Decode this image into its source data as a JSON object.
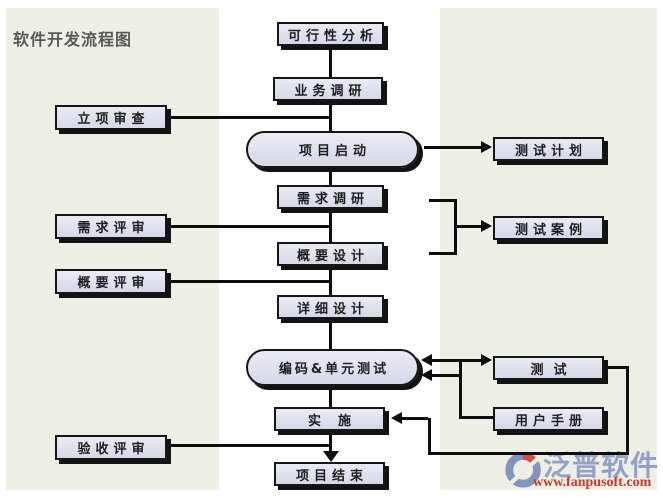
{
  "page": {
    "title": "软件开发流程图"
  },
  "diagram": {
    "type": "flowchart",
    "nodes": {
      "feasibility": {
        "label": "可行性分析",
        "shape": "rect",
        "column": "center"
      },
      "business_research": {
        "label": "业务调研",
        "shape": "rect",
        "column": "center"
      },
      "project_start": {
        "label": "项目启动",
        "shape": "stadium",
        "column": "center"
      },
      "requirement_research": {
        "label": "需求调研",
        "shape": "rect",
        "column": "center"
      },
      "outline_design": {
        "label": "概要设计",
        "shape": "rect",
        "column": "center"
      },
      "detail_design": {
        "label": "详细设计",
        "shape": "rect",
        "column": "center"
      },
      "coding_unit_test": {
        "label": "编码&单元测试",
        "shape": "stadium",
        "column": "center"
      },
      "implementation": {
        "label": "实施",
        "shape": "rect",
        "column": "center"
      },
      "project_end": {
        "label": "项目结束",
        "shape": "rect",
        "column": "center"
      },
      "project_review": {
        "label": "立项审查",
        "shape": "rect",
        "column": "left"
      },
      "requirement_review": {
        "label": "需求评审",
        "shape": "rect",
        "column": "left"
      },
      "outline_review": {
        "label": "概要评审",
        "shape": "rect",
        "column": "left"
      },
      "acceptance_review": {
        "label": "验收评审",
        "shape": "rect",
        "column": "left"
      },
      "test_plan": {
        "label": "测试计划",
        "shape": "rect",
        "column": "right"
      },
      "test_case": {
        "label": "测试案例",
        "shape": "rect",
        "column": "right"
      },
      "testing": {
        "label": "测试",
        "shape": "rect",
        "column": "right"
      },
      "user_manual": {
        "label": "用户手册",
        "shape": "rect",
        "column": "right"
      }
    },
    "edges": [
      {
        "from": "可行性分析",
        "to": "业务调研",
        "style": "line"
      },
      {
        "from": "业务调研",
        "to": "项目启动",
        "style": "line"
      },
      {
        "from": "项目启动",
        "to": "需求调研",
        "style": "line"
      },
      {
        "from": "需求调研",
        "to": "概要设计",
        "style": "line"
      },
      {
        "from": "概要设计",
        "to": "详细设计",
        "style": "line"
      },
      {
        "from": "详细设计",
        "to": "编码&单元测试",
        "style": "line"
      },
      {
        "from": "编码&单元测试",
        "to": "实施",
        "style": "line"
      },
      {
        "from": "实施",
        "to": "项目结束",
        "style": "arrow-down"
      },
      {
        "from": "立项审查",
        "to": "主流程",
        "style": "line"
      },
      {
        "from": "需求评审",
        "to": "主流程",
        "style": "line"
      },
      {
        "from": "概要评审",
        "to": "主流程",
        "style": "line"
      },
      {
        "from": "验收评审",
        "to": "项目结束",
        "style": "line-join"
      },
      {
        "from": "项目启动",
        "to": "测试计划",
        "style": "arrow-right"
      },
      {
        "from": "需求调研+概要设计",
        "to": "测试案例",
        "style": "bracket-arrow"
      },
      {
        "from": "编码&单元测试",
        "to": "测试",
        "style": "double-arrow"
      },
      {
        "from": "用户手册",
        "to": "编码&单元测试",
        "style": "arrow-left"
      },
      {
        "from": "测试",
        "to": "实施",
        "style": "arrow-left-routed"
      }
    ]
  },
  "watermark": {
    "brand": "泛普软件",
    "website": "www.fanpusoft.com"
  },
  "colors": {
    "background": "#edeee4",
    "center_band": "#ffffff",
    "node_fill_top": "#eaebf4",
    "node_fill_bottom": "#d6d8e7",
    "node_border": "#161616",
    "line": "#0d0d0d",
    "title_text": "#585858",
    "brand_blue": "#93a1c9",
    "brand_red": "#c9382c"
  }
}
